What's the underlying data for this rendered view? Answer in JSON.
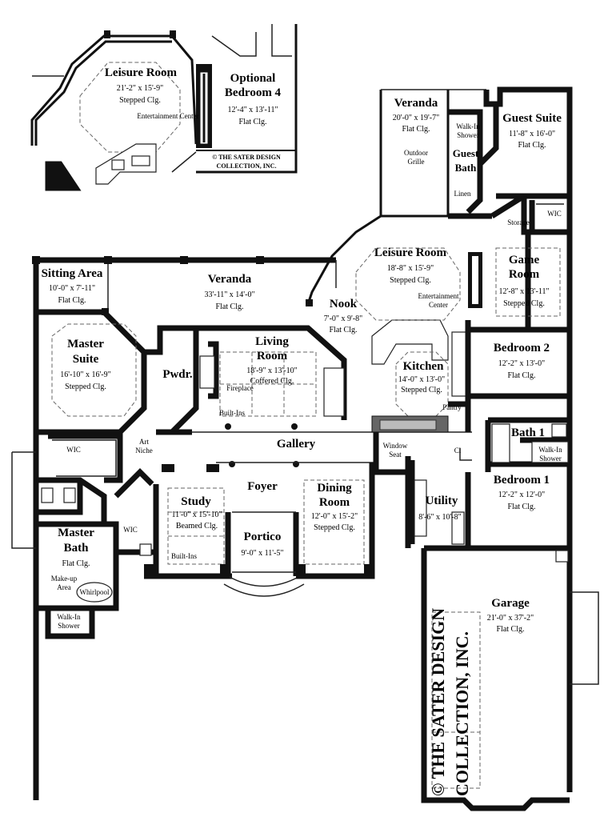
{
  "inset": {
    "leisure_room": {
      "name": "Leisure Room",
      "dim": "21'-2\" x 15'-9\"",
      "ceiling": "Stepped Clg.",
      "note": "Entertainment Center"
    },
    "optional_bedroom": {
      "name1": "Optional",
      "name2": "Bedroom 4",
      "dim": "12'-4\" x 13'-11\"",
      "ceiling": "Flat Clg."
    },
    "copyright1": "© THE SATER DESIGN",
    "copyright2": "COLLECTION, INC."
  },
  "rooms": {
    "veranda_top": {
      "name": "Veranda",
      "dim": "20'-0\" x 19'-7\"",
      "ceiling": "Flat Clg."
    },
    "outdoor_grille": {
      "line1": "Outdoor",
      "line2": "Grille"
    },
    "walk_in_shower_top": {
      "line1": "Walk-In",
      "line2": "Shower"
    },
    "guest_bath": {
      "line1": "Guest",
      "line2": "Bath"
    },
    "linen": "Linen",
    "guest_suite": {
      "name": "Guest Suite",
      "dim": "11'-8\" x 16'-0\"",
      "ceiling": "Flat Clg."
    },
    "storage": "Storage",
    "wic_guest": "WIC",
    "leisure_room": {
      "name": "Leisure Room",
      "dim": "18'-8\" x 15'-9\"",
      "ceiling": "Stepped Clg.",
      "note1": "Entertainment",
      "note2": "Center"
    },
    "game_room": {
      "name1": "Game",
      "name2": "Room",
      "dim": "12'-8\" x 13'-11\"",
      "ceiling": "Stepped Clg."
    },
    "sitting_area": {
      "name": "Sitting Area",
      "dim": "10'-0\" x 7'-11\"",
      "ceiling": "Flat Clg."
    },
    "veranda_main": {
      "name": "Veranda",
      "dim": "33'-11\" x 14'-0\"",
      "ceiling": "Flat Clg."
    },
    "nook": {
      "name": "Nook",
      "dim": "7'-0\" x 9'-8\"",
      "ceiling": "Flat Clg."
    },
    "master_suite": {
      "name1": "Master",
      "name2": "Suite",
      "dim": "16'-10\" x 16'-9\"",
      "ceiling": "Stepped Clg."
    },
    "pwdr": "Pwdr.",
    "living_room": {
      "name1": "Living",
      "name2": "Room",
      "dim": "18'-9\" x 13'-10\"",
      "ceiling": "Coffered Clg."
    },
    "fireplace": "Fireplace",
    "built_ins_living": "Built-Ins",
    "kitchen": {
      "name": "Kitchen",
      "dim": "14'-0\" x 13'-0\"",
      "ceiling": "Stepped Clg."
    },
    "pantry": "Pantry",
    "bedroom2": {
      "name": "Bedroom 2",
      "dim": "12'-2\" x 13'-0\"",
      "ceiling": "Flat Clg."
    },
    "bath1": "Bath 1",
    "walk_in_shower_b1": {
      "line1": "Walk-In",
      "line2": "Shower"
    },
    "bedroom1": {
      "name": "Bedroom 1",
      "dim": "12'-2\" x 12'-0\"",
      "ceiling": "Flat Clg."
    },
    "wic_master": "WIC",
    "art_niche": {
      "line1": "Art",
      "line2": "Niche"
    },
    "gallery": "Gallery",
    "window_seat": {
      "line1": "Window",
      "line2": "Seat"
    },
    "cl": "Cl",
    "foyer": "Foyer",
    "study": {
      "name": "Study",
      "dim": "11'-0\" x 15'-10\"",
      "ceiling": "Beamed Clg.",
      "note": "Built-Ins"
    },
    "dining_room": {
      "name1": "Dining",
      "name2": "Room",
      "dim": "12'-0\" x 15'-2\"",
      "ceiling": "Stepped Clg."
    },
    "utility": {
      "name": "Utility",
      "dim": "8'-6\" x 10'-8\""
    },
    "master_bath": {
      "name1": "Master",
      "name2": "Bath",
      "ceiling": "Flat Clg."
    },
    "wic_bath": "WIC",
    "makeup": {
      "line1": "Make-up",
      "line2": "Area"
    },
    "whirlpool": "Whirlpool",
    "walk_in_shower_mb": {
      "line1": "Walk-In",
      "line2": "Shower"
    },
    "portico": {
      "name": "Portico",
      "dim": "9'-0\" x 11'-5\""
    },
    "garage": {
      "name": "Garage",
      "dim": "21'-0\" x 37'-2\"",
      "ceiling": "Flat Clg."
    }
  },
  "brand": {
    "line1": "© THE SATER DESIGN",
    "line2": "COLLECTION, INC."
  }
}
